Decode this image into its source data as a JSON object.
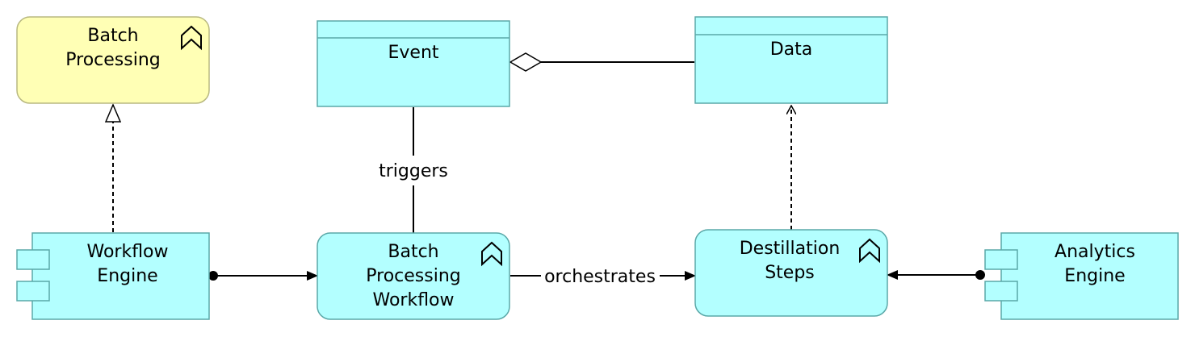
{
  "nodes": {
    "batch_processing": {
      "line1": "Batch",
      "line2": "Processing"
    },
    "event": {
      "label": "Event"
    },
    "data": {
      "label": "Data"
    },
    "workflow_engine": {
      "line1": "Workflow",
      "line2": "Engine"
    },
    "batch_workflow": {
      "line1": "Batch",
      "line2": "Processing",
      "line3": "Workflow"
    },
    "destillation_steps": {
      "line1": "Destillation",
      "line2": "Steps"
    },
    "analytics_engine": {
      "line1": "Analytics",
      "line2": "Engine"
    }
  },
  "edges": {
    "triggers": "triggers",
    "orchestrates": "orchestrates"
  },
  "colors": {
    "cyan_fill": "#b3ffff",
    "cyan_stroke": "#5aa8a8",
    "yellow_fill": "#ffffb5",
    "yellow_stroke": "#b8b880",
    "line": "#000000"
  }
}
